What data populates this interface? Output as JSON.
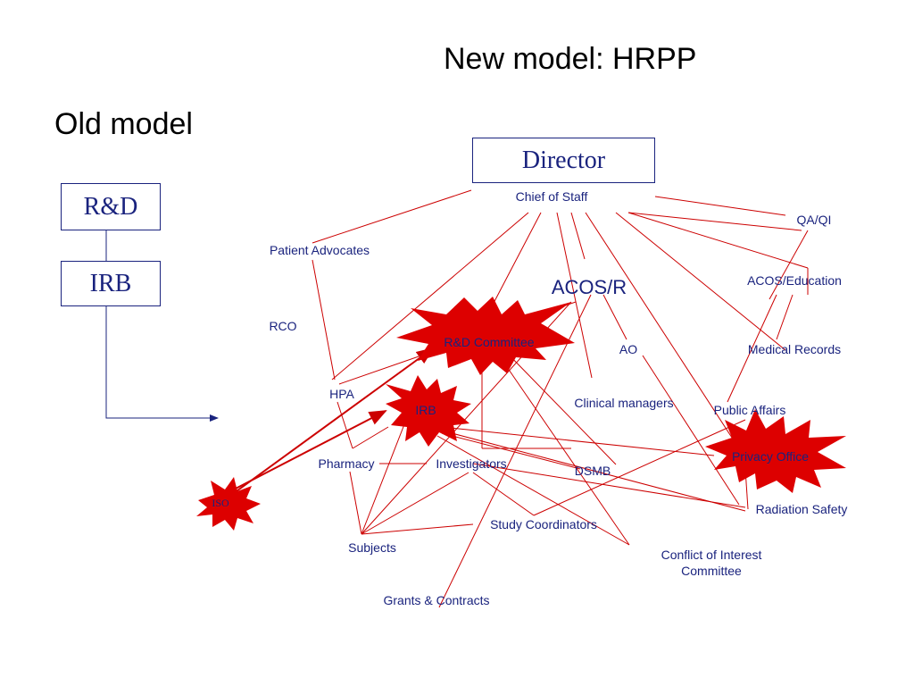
{
  "titles": {
    "new_model": "New model: HRPP",
    "old_model": "Old model"
  },
  "old_model": {
    "rd": "R&D",
    "irb": "IRB"
  },
  "nodes": {
    "director": "Director",
    "chief_of_staff": "Chief of Staff",
    "qa_qi": "QA/QI",
    "patient_advocates": "Patient Advocates",
    "acos_r": "ACOS/R",
    "acos_education": "ACOS/Education",
    "rco": "RCO",
    "rd_committee": "R&D Committee",
    "ao": "AO",
    "medical_records": "Medical Records",
    "hpa": "HPA",
    "irb": "IRB",
    "clinical_managers": "Clinical managers",
    "public_affairs": "Public Affairs",
    "privacy_office": "Privacy Office",
    "pharmacy": "Pharmacy",
    "investigators": "Investigators",
    "dsmb": "DSMB",
    "iso": "ISO",
    "radiation_safety": "Radiation Safety",
    "study_coordinators": "Study Coordinators",
    "subjects": "Subjects",
    "conflict_of_interest_line1": "Conflict of Interest",
    "conflict_of_interest_line2": "Committee",
    "grants_contracts": "Grants & Contracts"
  },
  "colors": {
    "text": "#1a237e",
    "connector": "#cc0000",
    "star_fill": "#dd0000",
    "old_model_line": "#1a237e"
  }
}
